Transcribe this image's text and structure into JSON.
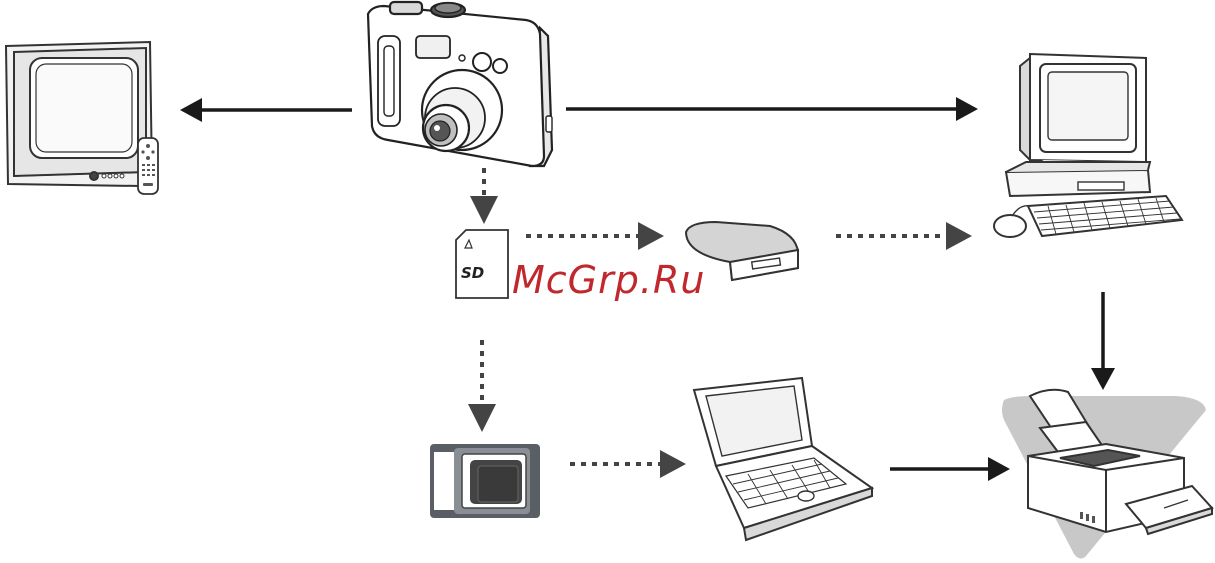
{
  "watermark": {
    "text": "McGrp.Ru",
    "color": "#c0282d"
  },
  "sd_card": {
    "logo_text": "SD"
  },
  "colors": {
    "line": "#1a1a1a",
    "arrow_solid": "#1a1a1a",
    "arrow_dotted": "#444444",
    "device_fill": "#ffffff",
    "device_shade": "#d9d9d9",
    "printer_backdrop": "#c8c8c8",
    "adapter_dark": "#5a5f66"
  },
  "nodes": [
    {
      "id": "camera",
      "icon": "digital-camera-icon"
    },
    {
      "id": "tv",
      "icon": "television-icon"
    },
    {
      "id": "desktop",
      "icon": "desktop-computer-icon"
    },
    {
      "id": "sd",
      "icon": "sd-card-icon"
    },
    {
      "id": "reader",
      "icon": "card-reader-icon"
    },
    {
      "id": "pc-card",
      "icon": "pc-card-adapter-icon"
    },
    {
      "id": "laptop",
      "icon": "laptop-icon"
    },
    {
      "id": "printer",
      "icon": "printer-icon"
    }
  ],
  "edges": [
    {
      "from": "camera",
      "to": "tv",
      "style": "solid"
    },
    {
      "from": "camera",
      "to": "desktop",
      "style": "solid"
    },
    {
      "from": "camera",
      "to": "sd",
      "style": "dotted"
    },
    {
      "from": "sd",
      "to": "reader",
      "style": "dotted"
    },
    {
      "from": "reader",
      "to": "desktop",
      "style": "dotted"
    },
    {
      "from": "sd",
      "to": "pc-card",
      "style": "dotted"
    },
    {
      "from": "pc-card",
      "to": "laptop",
      "style": "dotted"
    },
    {
      "from": "laptop",
      "to": "printer",
      "style": "solid"
    },
    {
      "from": "desktop",
      "to": "printer",
      "style": "solid"
    }
  ]
}
